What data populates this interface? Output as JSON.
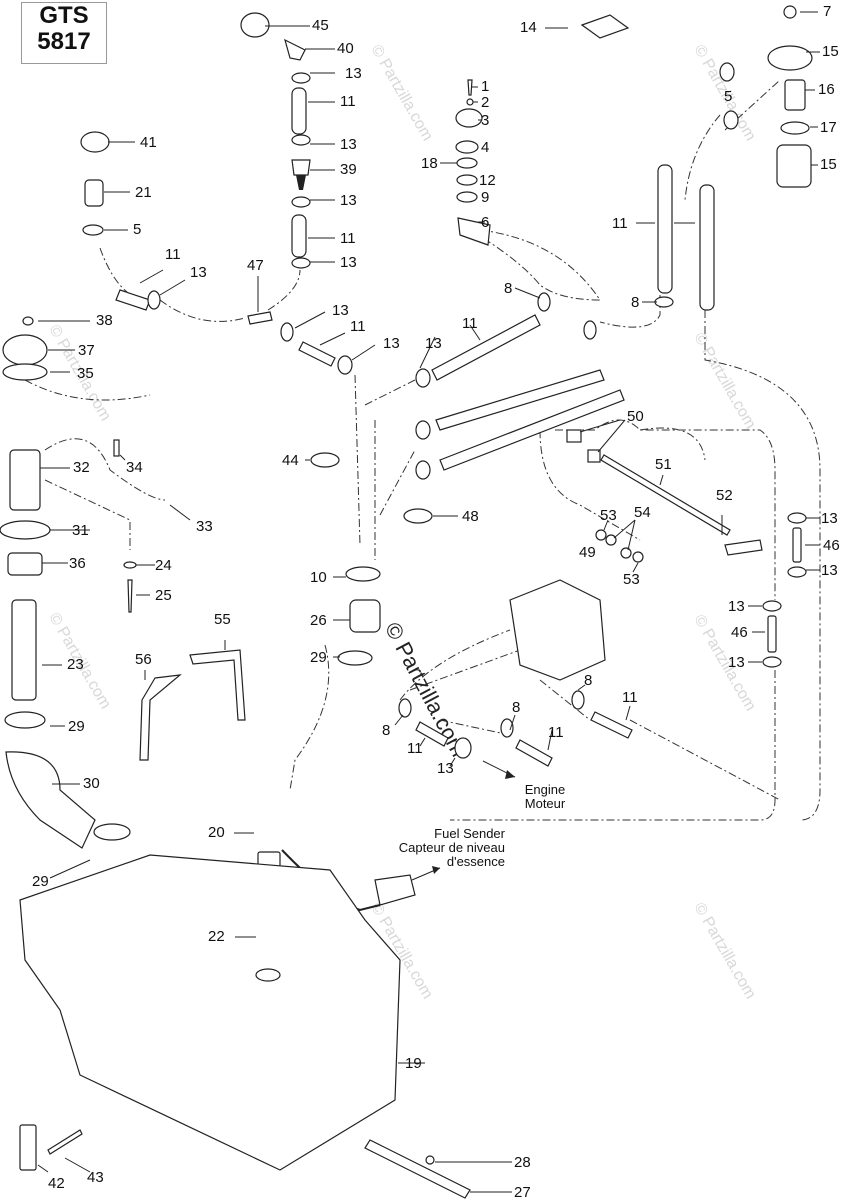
{
  "diagram": {
    "title_line1": "GTS",
    "title_line2": "5817",
    "watermark": "© Partzilla.com",
    "notes": {
      "fuel_sender_line1": "Fuel Sender",
      "fuel_sender_line2": "Capteur de niveau",
      "fuel_sender_line3": "d'essence",
      "engine_line1": "Engine",
      "engine_line2": "Moteur"
    },
    "callouts": [
      {
        "id": "c45",
        "num": "45"
      },
      {
        "id": "c40",
        "num": "40"
      },
      {
        "id": "c13a",
        "num": "13"
      },
      {
        "id": "c11a",
        "num": "11"
      },
      {
        "id": "c13b",
        "num": "13"
      },
      {
        "id": "c39",
        "num": "39"
      },
      {
        "id": "c13c",
        "num": "13"
      },
      {
        "id": "c11b",
        "num": "11"
      },
      {
        "id": "c13d",
        "num": "13"
      },
      {
        "id": "c47",
        "num": "47"
      },
      {
        "id": "c13e",
        "num": "13"
      },
      {
        "id": "c11c",
        "num": "11"
      },
      {
        "id": "c13f",
        "num": "13"
      },
      {
        "id": "c41",
        "num": "41"
      },
      {
        "id": "c21",
        "num": "21"
      },
      {
        "id": "c5a",
        "num": "5"
      },
      {
        "id": "c11d",
        "num": "11"
      },
      {
        "id": "c13g",
        "num": "13"
      },
      {
        "id": "c14",
        "num": "14"
      },
      {
        "id": "c1",
        "num": "1"
      },
      {
        "id": "c2",
        "num": "2"
      },
      {
        "id": "c3",
        "num": "3"
      },
      {
        "id": "c4",
        "num": "4"
      },
      {
        "id": "c18",
        "num": "18"
      },
      {
        "id": "c12",
        "num": "12"
      },
      {
        "id": "c9",
        "num": "9"
      },
      {
        "id": "c6",
        "num": "6"
      },
      {
        "id": "c7",
        "num": "7"
      },
      {
        "id": "c15a",
        "num": "15"
      },
      {
        "id": "c5b",
        "num": "5"
      },
      {
        "id": "c16",
        "num": "16"
      },
      {
        "id": "c17",
        "num": "17"
      },
      {
        "id": "c15b",
        "num": "15"
      },
      {
        "id": "c11e",
        "num": "11"
      },
      {
        "id": "c8a",
        "num": "8"
      },
      {
        "id": "c8b",
        "num": "8"
      },
      {
        "id": "c11f",
        "num": "11"
      },
      {
        "id": "c13h",
        "num": "13"
      },
      {
        "id": "c38",
        "num": "38"
      },
      {
        "id": "c37",
        "num": "37"
      },
      {
        "id": "c35",
        "num": "35"
      },
      {
        "id": "c32",
        "num": "32"
      },
      {
        "id": "c34",
        "num": "34"
      },
      {
        "id": "c33",
        "num": "33"
      },
      {
        "id": "c31",
        "num": "31"
      },
      {
        "id": "c36",
        "num": "36"
      },
      {
        "id": "c24",
        "num": "24"
      },
      {
        "id": "c25",
        "num": "25"
      },
      {
        "id": "c44",
        "num": "44"
      },
      {
        "id": "c48",
        "num": "48"
      },
      {
        "id": "c10",
        "num": "10"
      },
      {
        "id": "c26",
        "num": "26"
      },
      {
        "id": "c29a",
        "num": "29"
      },
      {
        "id": "c50",
        "num": "50"
      },
      {
        "id": "c51",
        "num": "51"
      },
      {
        "id": "c52",
        "num": "52"
      },
      {
        "id": "c53a",
        "num": "53"
      },
      {
        "id": "c54",
        "num": "54"
      },
      {
        "id": "c49",
        "num": "49"
      },
      {
        "id": "c53b",
        "num": "53"
      },
      {
        "id": "c13i",
        "num": "13"
      },
      {
        "id": "c46a",
        "num": "46"
      },
      {
        "id": "c13j",
        "num": "13"
      },
      {
        "id": "c13k",
        "num": "13"
      },
      {
        "id": "c46b",
        "num": "46"
      },
      {
        "id": "c13l",
        "num": "13"
      },
      {
        "id": "c55",
        "num": "55"
      },
      {
        "id": "c56",
        "num": "56"
      },
      {
        "id": "c23",
        "num": "23"
      },
      {
        "id": "c29b",
        "num": "29"
      },
      {
        "id": "c30",
        "num": "30"
      },
      {
        "id": "c8c",
        "num": "8"
      },
      {
        "id": "c8d",
        "num": "8"
      },
      {
        "id": "c11g",
        "num": "11"
      },
      {
        "id": "c8e",
        "num": "8"
      },
      {
        "id": "c11h",
        "num": "11"
      },
      {
        "id": "c11i",
        "num": "11"
      },
      {
        "id": "c13m",
        "num": "13"
      },
      {
        "id": "c20",
        "num": "20"
      },
      {
        "id": "c29c",
        "num": "29"
      },
      {
        "id": "c22",
        "num": "22"
      },
      {
        "id": "c19",
        "num": "19"
      },
      {
        "id": "c42",
        "num": "42"
      },
      {
        "id": "c43",
        "num": "43"
      },
      {
        "id": "c28",
        "num": "28"
      },
      {
        "id": "c27",
        "num": "27"
      }
    ]
  }
}
